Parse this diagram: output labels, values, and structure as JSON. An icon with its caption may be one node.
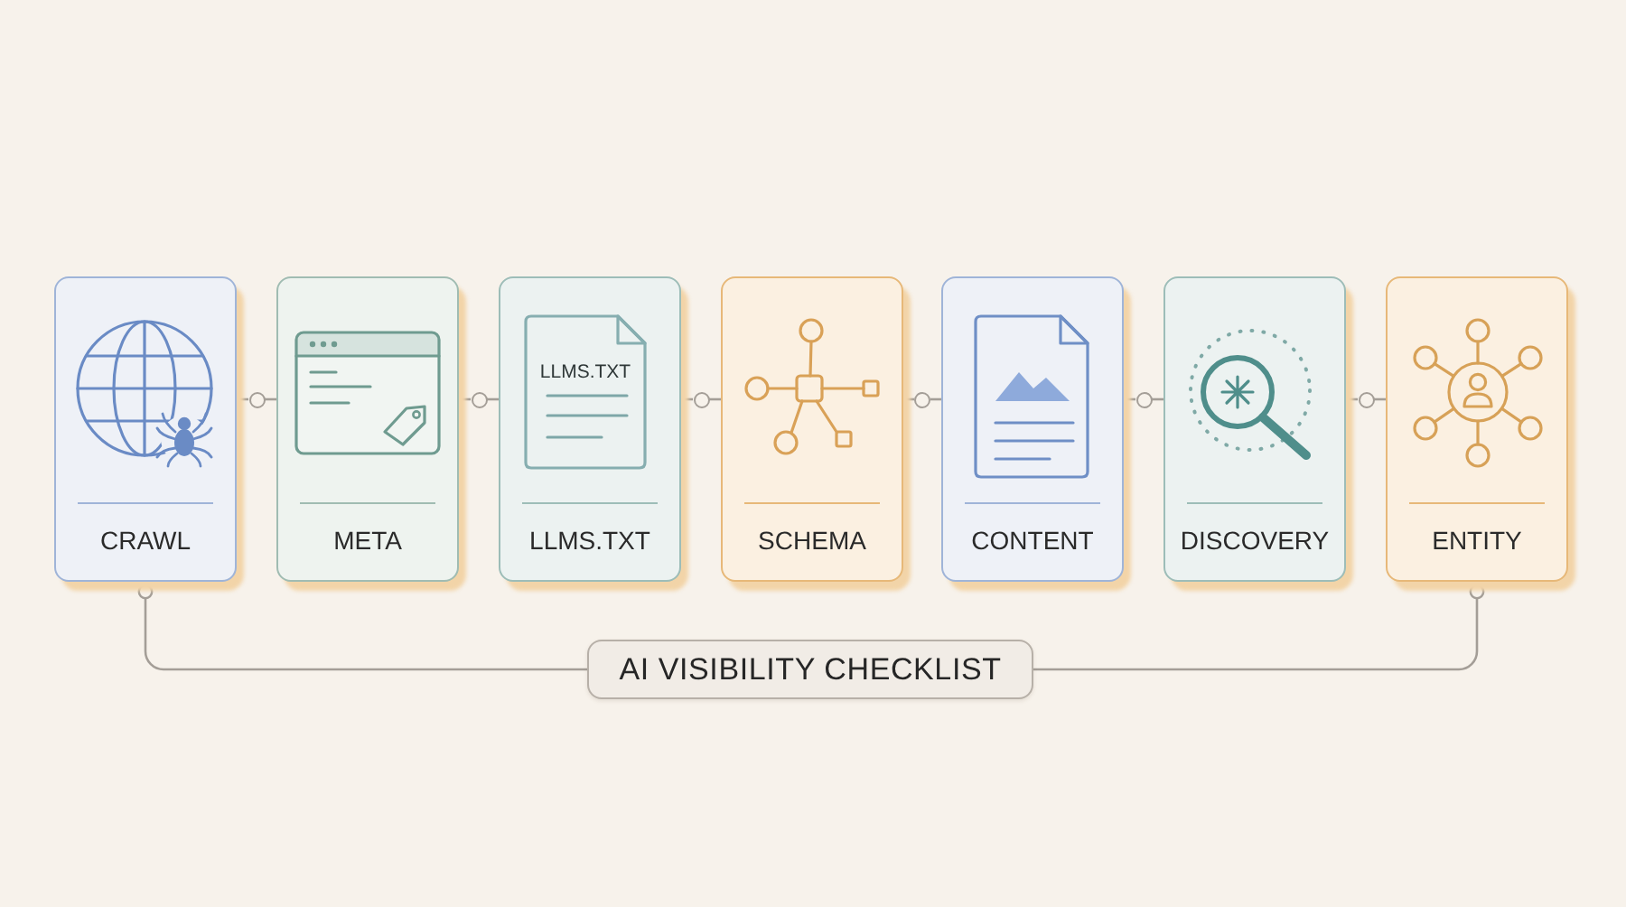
{
  "diagram": {
    "nodes": [
      {
        "text": [
          "CRAWL"
        ]
      },
      {
        "text": [],
        "shape": "circle"
      },
      {
        "text": [
          "META"
        ]
      },
      {
        "text": [],
        "shape": "circle"
      },
      {
        "text": [
          "LLMS.TXT",
          "LLMS.TXT"
        ]
      },
      {
        "text": [],
        "shape": "circle"
      },
      {
        "text": [
          "SCHEMA"
        ]
      },
      {
        "text": [],
        "shape": "circle"
      },
      {
        "text": [
          "CONTENT"
        ]
      },
      {
        "text": [],
        "shape": "circle"
      },
      {
        "text": [
          "DISCOVERY"
        ]
      },
      {
        "text": [],
        "shape": "circle"
      },
      {
        "text": [
          "ENTITY"
        ]
      },
      {
        "text": [
          "AI VISIBILITY CHECKLIST"
        ]
      }
    ],
    "edges": [
      {
        "from": 0,
        "to": 1,
        "arrow": "none"
      },
      {
        "from": 1,
        "to": 2,
        "arrow": "none"
      },
      {
        "from": 2,
        "to": 3,
        "arrow": "none"
      },
      {
        "from": 3,
        "to": 4,
        "arrow": "none"
      },
      {
        "from": 4,
        "to": 5,
        "arrow": "none"
      },
      {
        "from": 5,
        "to": 6,
        "arrow": "none"
      },
      {
        "from": 6,
        "to": 7,
        "arrow": "none"
      },
      {
        "from": 7,
        "to": 8,
        "arrow": "none"
      },
      {
        "from": 8,
        "to": 9,
        "arrow": "none"
      },
      {
        "from": 9,
        "to": 10,
        "arrow": "none"
      },
      {
        "from": 10,
        "to": 11,
        "arrow": "none"
      },
      {
        "from": 11,
        "to": 12,
        "arrow": "none"
      },
      {
        "from": 13,
        "to": 0,
        "arrow": "other"
      },
      {
        "from": 13,
        "to": 12,
        "arrow": "other"
      }
    ]
  }
}
